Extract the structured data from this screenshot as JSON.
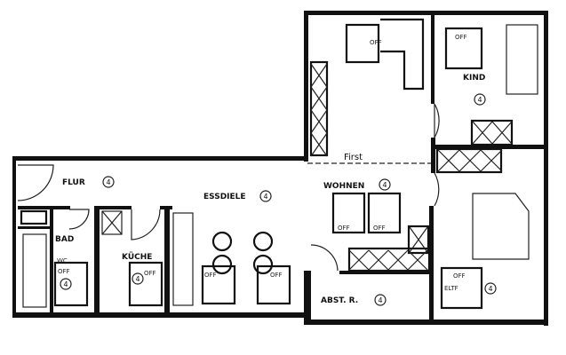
{
  "rooms": {
    "flur": {
      "label": "FLUR",
      "mark": "4"
    },
    "essdiele": {
      "label": "ESSDIELE",
      "mark": "4"
    },
    "wohnen": {
      "label": "WOHNEN",
      "mark": "4"
    },
    "kind": {
      "label": "KIND",
      "mark": "4"
    },
    "abstr": {
      "label": "ABST. R.",
      "mark": "4"
    },
    "bad": {
      "label": "BAD",
      "mark": "4"
    },
    "wc": {
      "label": "WC"
    },
    "kueche": {
      "label": "KÜCHE",
      "mark": "4"
    },
    "eltern": {
      "label": "ELTF",
      "mark": "4"
    }
  },
  "first_label": "First",
  "off_label": "OFF"
}
